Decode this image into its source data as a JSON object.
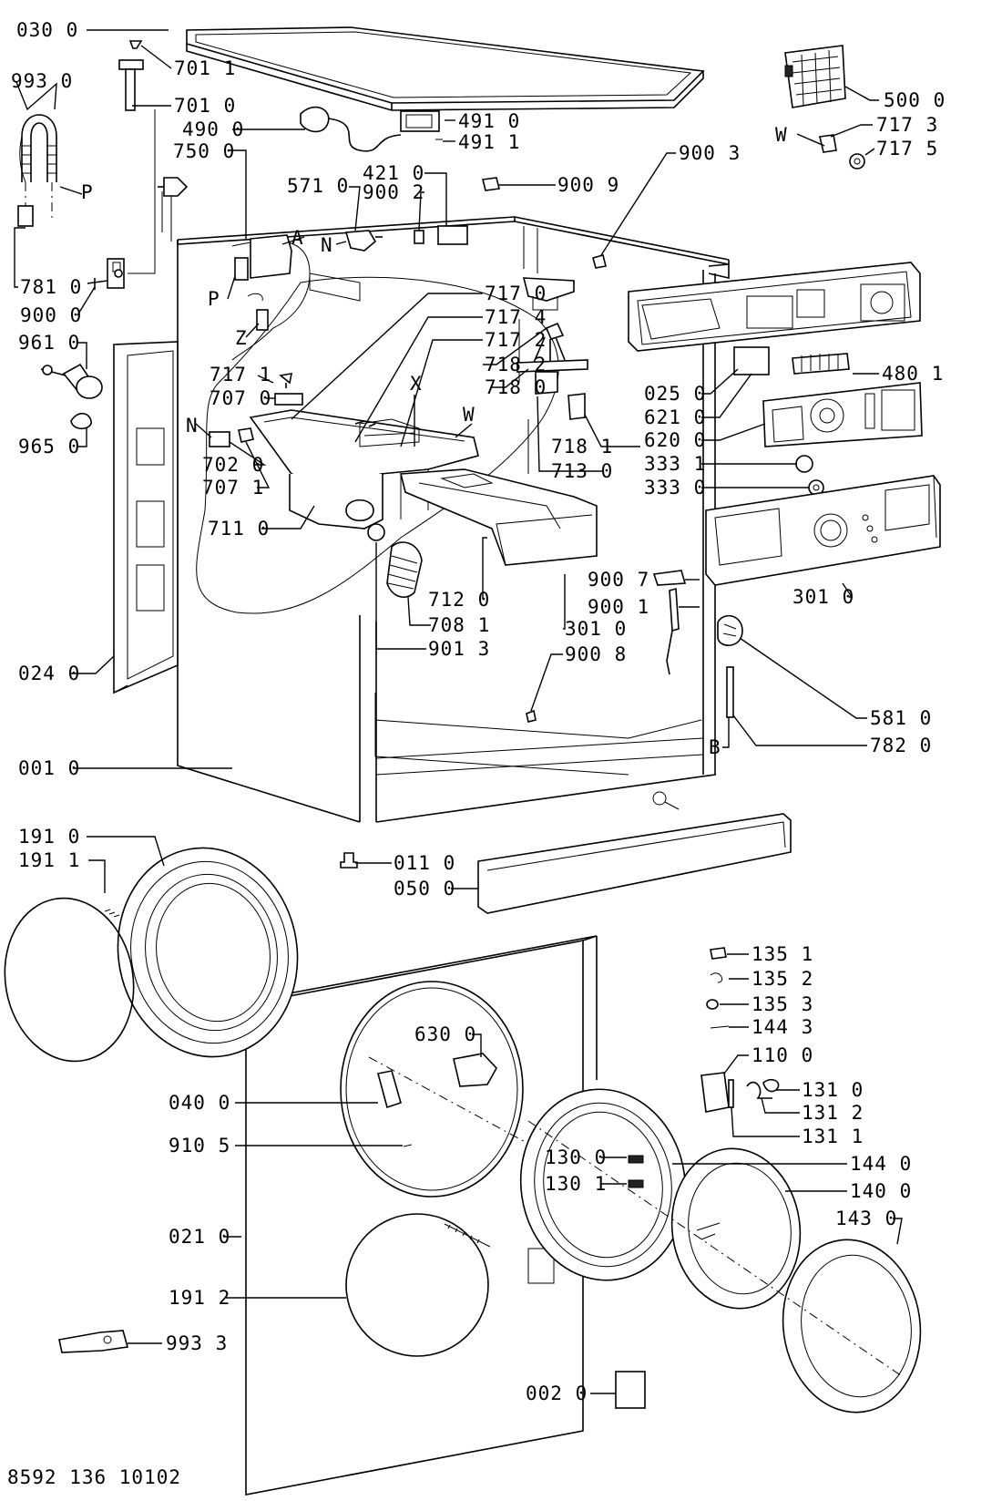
{
  "diagram_code": "8592 136 10102",
  "labels": {
    "l0300": "030 0",
    "l7011": "701 1",
    "l7010": "701 0",
    "l9930": "993 0",
    "l4900": "490 0",
    "l4910": "491 0",
    "l4911": "491 1",
    "l7500": "750 0",
    "l5000": "500 0",
    "l7173": "717 3",
    "l7175": "717 5",
    "lW1": "W",
    "l9003": "900 3",
    "l4210": "421 0",
    "l5710": "571 0",
    "l9002": "900 2",
    "l9009": "900 9",
    "lP1": "P",
    "lA": "A",
    "lN1": "N",
    "lP2": "P",
    "lZ": "Z",
    "l7810": "781 0",
    "l9000": "900 0",
    "l7170": "717 0",
    "l7174": "717 4",
    "l7172": "717 2",
    "l7182": "718 2",
    "l7180": "718 0",
    "l7181": "718 1",
    "l7130": "713 0",
    "l9610": "961 0",
    "l7171": "717 1",
    "l7070": "707 0",
    "lX": "X",
    "lN2": "N",
    "lW2": "W",
    "l7020": "702 0",
    "l7071": "707 1",
    "l9650": "965 0",
    "l7110": "711 0",
    "l0250": "025 0",
    "l6210": "621 0",
    "l6200": "620 0",
    "l4801": "480 1",
    "l3331": "333 1",
    "l3330": "333 0",
    "l3010a": "301 0",
    "l9007": "900 7",
    "l9001": "900 1",
    "l7120": "712 0",
    "l7081": "708 1",
    "l3010b": "301 0",
    "l9013": "901 3",
    "l9008": "900 8",
    "l0240": "024 0",
    "l5810": "581 0",
    "l7820": "782 0",
    "lB": "B",
    "l0010": "001 0",
    "l1910": "191 0",
    "l1911": "191 1",
    "l0110": "011 0",
    "l0500": "050 0",
    "l1351": "135 1",
    "l1352": "135 2",
    "l1353": "135 3",
    "l1443": "144 3",
    "l6300": "630 0",
    "l1100": "110 0",
    "l1310": "131 0",
    "l1312": "131 2",
    "l1311": "131 1",
    "l0400": "040 0",
    "l9105": "910 5",
    "l1300": "130 0",
    "l1440": "144 0",
    "l1301": "130 1",
    "l1400": "140 0",
    "l1430": "143 0",
    "l0210": "021 0",
    "l1912": "191 2",
    "l9933": "993 3",
    "l0020": "002 0"
  }
}
